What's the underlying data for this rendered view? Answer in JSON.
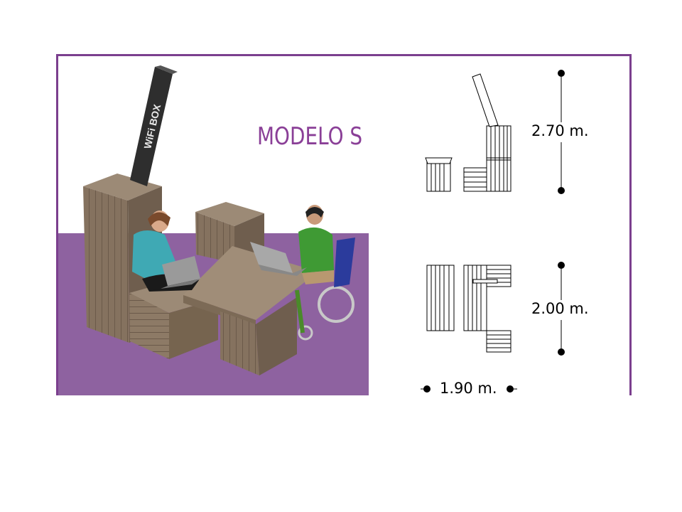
{
  "title": "MODELO S",
  "sign_text": "WiFi BOX",
  "dimensions": {
    "height": "2.70 m.",
    "depth": "2.00 m.",
    "width": "1.90 m."
  },
  "colors": {
    "frame": "#7b3f8e",
    "floor": "#8e62a0",
    "title": "#8a3f97",
    "wood": "#8a7763"
  }
}
